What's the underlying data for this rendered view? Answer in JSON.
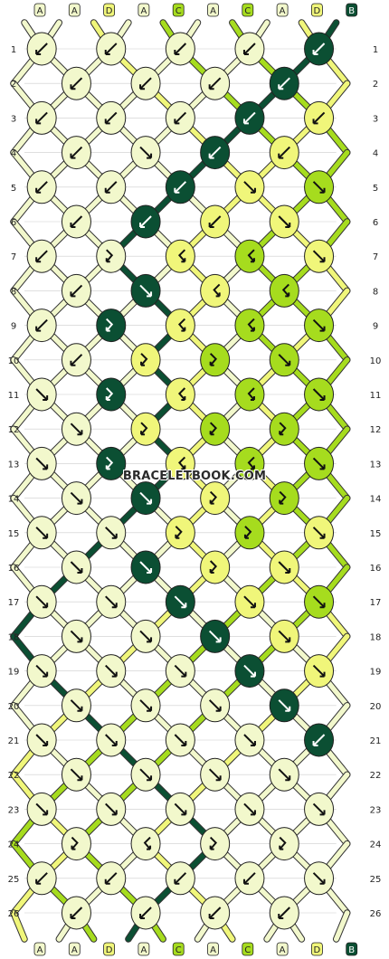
{
  "colors": {
    "A": "#f2f8cc",
    "B": "#0b4f33",
    "C": "#a6dc1e",
    "D": "#f0f67a",
    "outline": "#222222",
    "grid": "#cccccc",
    "label_text": "#222222"
  },
  "strings_top": [
    "A",
    "A",
    "D",
    "A",
    "C",
    "A",
    "C",
    "A",
    "D",
    "B"
  ],
  "strings_bottom": [
    "A",
    "A",
    "D",
    "A",
    "C",
    "A",
    "C",
    "A",
    "D",
    "B"
  ],
  "row_numbers": [
    "1",
    "2",
    "3",
    "4",
    "5",
    "6",
    "7",
    "8",
    "9",
    "10",
    "11",
    "12",
    "13",
    "14",
    "15",
    "16",
    "17",
    "18",
    "19",
    "20",
    "21",
    "22",
    "23",
    "24",
    "25",
    "26"
  ],
  "knots": [
    [
      [
        "A",
        "L"
      ],
      [
        "A",
        "L"
      ],
      [
        "A",
        "L"
      ],
      [
        "A",
        "L"
      ],
      [
        "B",
        "L"
      ]
    ],
    [
      [
        "A",
        "L"
      ],
      [
        "A",
        "L"
      ],
      [
        "A",
        "L"
      ],
      [
        "B",
        "L"
      ]
    ],
    [
      [
        "A",
        "L"
      ],
      [
        "A",
        "L"
      ],
      [
        "A",
        "L"
      ],
      [
        "B",
        "L"
      ],
      [
        "D",
        "L"
      ]
    ],
    [
      [
        "A",
        "L"
      ],
      [
        "A",
        "R"
      ],
      [
        "B",
        "L"
      ],
      [
        "D",
        "L"
      ]
    ],
    [
      [
        "A",
        "L"
      ],
      [
        "A",
        "L"
      ],
      [
        "B",
        "L"
      ],
      [
        "D",
        "R"
      ],
      [
        "C",
        "R"
      ]
    ],
    [
      [
        "A",
        "L"
      ],
      [
        "B",
        "L"
      ],
      [
        "D",
        "L"
      ],
      [
        "D",
        "R"
      ]
    ],
    [
      [
        "A",
        "L"
      ],
      [
        "A",
        "RL"
      ],
      [
        "D",
        "LR"
      ],
      [
        "C",
        "LR"
      ],
      [
        "D",
        "R"
      ]
    ],
    [
      [
        "A",
        "L"
      ],
      [
        "B",
        "R"
      ],
      [
        "D",
        "LR"
      ],
      [
        "C",
        "LR"
      ]
    ],
    [
      [
        "A",
        "L"
      ],
      [
        "B",
        "RL"
      ],
      [
        "D",
        "LR"
      ],
      [
        "C",
        "LR"
      ],
      [
        "C",
        "R"
      ]
    ],
    [
      [
        "A",
        "L"
      ],
      [
        "D",
        "RL"
      ],
      [
        "C",
        "RL"
      ],
      [
        "C",
        "R"
      ]
    ],
    [
      [
        "A",
        "R"
      ],
      [
        "B",
        "RL"
      ],
      [
        "D",
        "LR"
      ],
      [
        "C",
        "LR"
      ],
      [
        "C",
        "R"
      ]
    ],
    [
      [
        "A",
        "R"
      ],
      [
        "D",
        "RL"
      ],
      [
        "C",
        "RL"
      ],
      [
        "C",
        "RL"
      ]
    ],
    [
      [
        "A",
        "R"
      ],
      [
        "B",
        "RL"
      ],
      [
        "D",
        "LR"
      ],
      [
        "C",
        "LR"
      ],
      [
        "C",
        "R"
      ]
    ],
    [
      [
        "A",
        "R"
      ],
      [
        "B",
        "R"
      ],
      [
        "D",
        "RL"
      ],
      [
        "C",
        "RL"
      ]
    ],
    [
      [
        "A",
        "R"
      ],
      [
        "A",
        "R"
      ],
      [
        "D",
        "RL"
      ],
      [
        "C",
        "RL"
      ],
      [
        "D",
        "R"
      ]
    ],
    [
      [
        "A",
        "R"
      ],
      [
        "B",
        "R"
      ],
      [
        "D",
        "RL"
      ],
      [
        "D",
        "R"
      ]
    ],
    [
      [
        "A",
        "R"
      ],
      [
        "A",
        "R"
      ],
      [
        "B",
        "R"
      ],
      [
        "D",
        "R"
      ],
      [
        "C",
        "R"
      ]
    ],
    [
      [
        "A",
        "R"
      ],
      [
        "A",
        "R"
      ],
      [
        "B",
        "R"
      ],
      [
        "D",
        "R"
      ]
    ],
    [
      [
        "A",
        "R"
      ],
      [
        "A",
        "R"
      ],
      [
        "A",
        "R"
      ],
      [
        "B",
        "R"
      ],
      [
        "D",
        "R"
      ]
    ],
    [
      [
        "A",
        "R"
      ],
      [
        "A",
        "R"
      ],
      [
        "A",
        "R"
      ],
      [
        "B",
        "R"
      ]
    ],
    [
      [
        "A",
        "R"
      ],
      [
        "A",
        "R"
      ],
      [
        "A",
        "R"
      ],
      [
        "A",
        "R"
      ],
      [
        "B",
        "L"
      ]
    ],
    [
      [
        "A",
        "R"
      ],
      [
        "A",
        "R"
      ],
      [
        "A",
        "R"
      ],
      [
        "A",
        "R"
      ]
    ],
    [
      [
        "A",
        "R"
      ],
      [
        "A",
        "R"
      ],
      [
        "A",
        "R"
      ],
      [
        "A",
        "R"
      ],
      [
        "A",
        "R"
      ]
    ],
    [
      [
        "A",
        "RL"
      ],
      [
        "A",
        "LR"
      ],
      [
        "A",
        "RL"
      ],
      [
        "A",
        "RL"
      ]
    ],
    [
      [
        "A",
        "L"
      ],
      [
        "A",
        "L"
      ],
      [
        "A",
        "L"
      ],
      [
        "A",
        "L"
      ],
      [
        "A",
        "R"
      ]
    ],
    [
      [
        "A",
        "L"
      ],
      [
        "A",
        "L"
      ],
      [
        "A",
        "L"
      ],
      [
        "A",
        "L"
      ]
    ]
  ],
  "watermark": "BRACELETBOOK.COM"
}
